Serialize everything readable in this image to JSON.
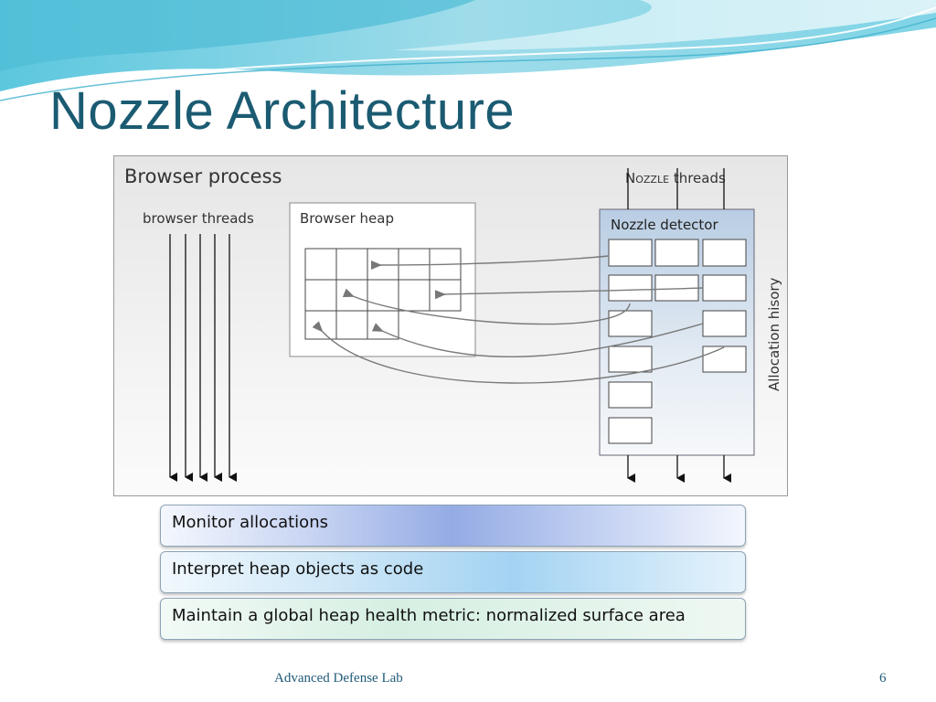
{
  "slide": {
    "title": "Nozzle Architecture",
    "footer_lab": "Advanced Defense Lab",
    "page_number": "6"
  },
  "diagram": {
    "process_label": "Browser process",
    "browser_threads_label": "browser threads",
    "heap_label": "Browser heap",
    "nozzle_threads_prefix": "N",
    "nozzle_threads_smallcaps": "OZZLE",
    "nozzle_threads_suffix": " threads",
    "detector_label": "Nozzle detector",
    "allocation_history_label": "Allocation hisory"
  },
  "bullets": [
    {
      "text": "Monitor allocations"
    },
    {
      "text": "Interpret heap objects as code"
    },
    {
      "text": "Maintain a global heap health metric: normalized surface area"
    }
  ],
  "colors": {
    "title": "#1b5b72",
    "footer": "#1f5a78",
    "detector_fill": "#b9cde3"
  }
}
